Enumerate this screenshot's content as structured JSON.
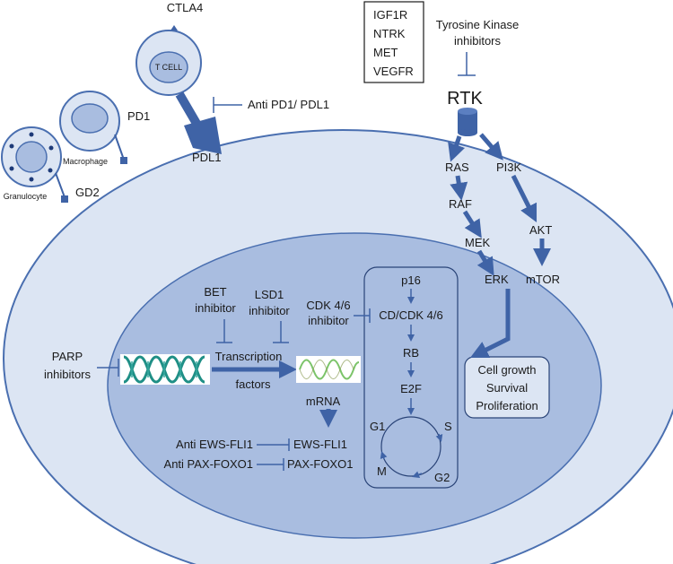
{
  "diagram": {
    "immune": {
      "ctla4": "CTLA4",
      "tcell": "T CELL",
      "pd1": "PD1",
      "pdl1": "PDL1",
      "anti_pd1": "Anti PD1/ PDL1",
      "macrophage": "Macrophage",
      "granulocyte": "Granulocyte",
      "gd2": "GD2"
    },
    "rtk": {
      "box_items": [
        "IGF1R",
        "NTRK",
        "MET",
        "VEGFR"
      ],
      "inhibitor_line1": "Tyrosine Kinase",
      "inhibitor_line2": "inhibitors",
      "label": "RTK"
    },
    "pathway": {
      "ras": "RAS",
      "raf": "RAF",
      "mek": "MEK",
      "erk": "ERK",
      "pi3k": "PI3K",
      "akt": "AKT",
      "mtor": "mTOR"
    },
    "outcome": {
      "line1": "Cell growth",
      "line2": "Survival",
      "line3": "Proliferation"
    },
    "nucleus": {
      "bet_line1": "BET",
      "bet_line2": "inhibitor",
      "lsd1_line1": "LSD1",
      "lsd1_line2": "inhibitor",
      "cdk_line1": "CDK 4/6",
      "cdk_line2": "inhibitor",
      "parp_line1": "PARP",
      "parp_line2": "inhibitors",
      "transcription": "Transcription",
      "factors": "factors",
      "mrna": "mRNA",
      "anti_ews": "Anti EWS-FLI1",
      "ews": "EWS-FLI1",
      "anti_pax": "Anti PAX-FOXO1",
      "pax": "PAX-FOXO1"
    },
    "cycle": {
      "p16": "p16",
      "cd_cdk": "CD/CDK 4/6",
      "rb": "RB",
      "e2f": "E2F",
      "g1": "G1",
      "s": "S",
      "g2": "G2",
      "m": "M"
    },
    "colors": {
      "cell_fill": "#dce5f3",
      "nucleus_fill": "#a9bde0",
      "accent": "#3f63a6",
      "dna_teal": "#1f8f86"
    }
  }
}
